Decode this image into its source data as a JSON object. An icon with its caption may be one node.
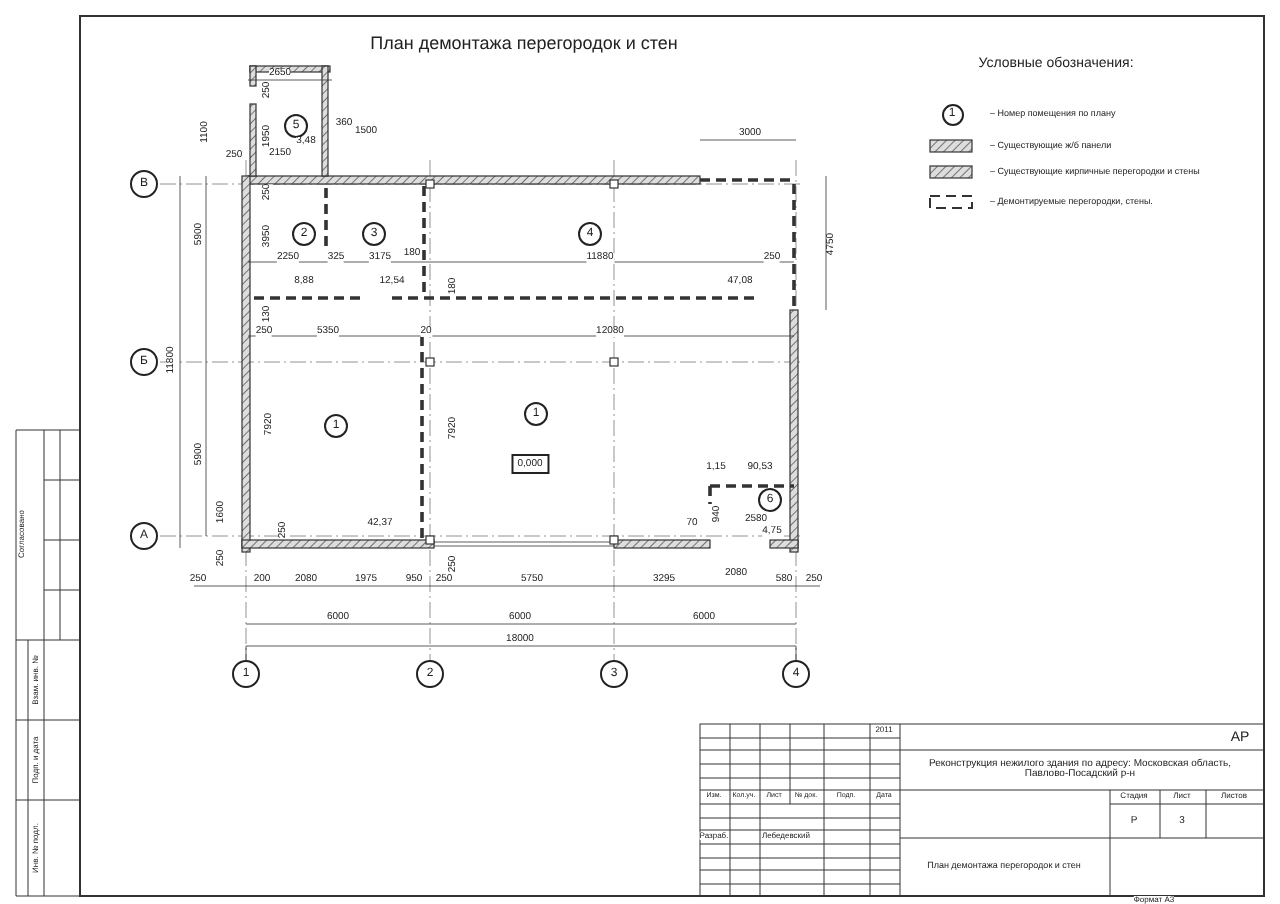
{
  "diagram": {
    "title": "План демонтажа перегородок и стен",
    "nodes": [
      {
        "text": [
          "5"
        ]
      },
      {
        "text": [
          "2"
        ]
      },
      {
        "text": [
          "3"
        ]
      },
      {
        "text": [
          "4"
        ]
      },
      {
        "text": [
          "1"
        ]
      },
      {
        "text": [
          "1"
        ]
      },
      {
        "text": [
          "0,000"
        ]
      },
      {
        "text": [
          "6"
        ]
      },
      {
        "text": [
          "В"
        ]
      },
      {
        "text": [
          "Б"
        ]
      },
      {
        "text": [
          "А"
        ]
      },
      {
        "text": [
          "1"
        ]
      },
      {
        "text": [
          "2"
        ]
      },
      {
        "text": [
          "3"
        ]
      },
      {
        "text": [
          "4"
        ]
      },
      {
        "text": [
          "1"
        ]
      }
    ],
    "labels": [
      "2650",
      "250",
      "1100",
      "1950",
      "3,48",
      "360",
      "1500",
      "250",
      "2150",
      "3000",
      "250",
      "4750",
      "5900",
      "3950",
      "2250",
      "325",
      "3175",
      "180",
      "11880",
      "250",
      "8,88",
      "12,54",
      "180",
      "47,08",
      "130",
      "250",
      "5350",
      "20",
      "12080",
      "11800",
      "7920",
      "7920",
      "5900",
      "1,15",
      "90,53",
      "1600",
      "940",
      "70",
      "2580",
      "42,37",
      "250",
      "4,75",
      "250",
      "250",
      "250",
      "200",
      "2080",
      "1975",
      "950",
      "250",
      "5750",
      "3295",
      "2080",
      "580",
      "250",
      "6000",
      "6000",
      "6000",
      "18000",
      "Условные обозначения:",
      "2011",
      "АР",
      "Реконструкция нежилого здания по адресу: Московская область, Павлово-Посадский р-н",
      "Изм.",
      "Кол.уч.",
      "Лист",
      "№ док.",
      "Подп.",
      "Дата",
      "Стадия",
      "Лист",
      "Листов",
      "Разраб.",
      "Лебедевский",
      "Р",
      "3",
      "План демонтажа перегородок и стен",
      "Формат А3",
      "Согласовано",
      "Взам. инв. №",
      "Подп. и дата",
      "Инв. № подл."
    ],
    "legend": [
      {
        "text": "– Номер помещения по плану"
      },
      {
        "text": "– Существующие ж/б панели"
      },
      {
        "text": "– Существующие кирпичные перегородки и стены"
      },
      {
        "text": "– Демонтируемые перегородки, стены."
      }
    ]
  }
}
